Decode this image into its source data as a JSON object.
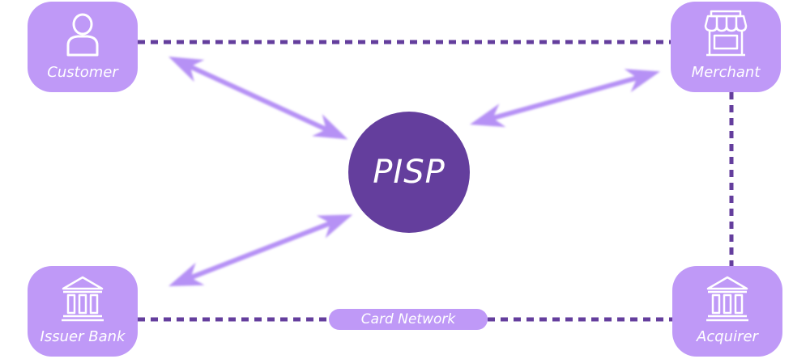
{
  "hub": {
    "label": "PISP"
  },
  "nodes": {
    "customer": {
      "label": "Customer",
      "icon": "person-icon"
    },
    "merchant": {
      "label": "Merchant",
      "icon": "storefront-icon"
    },
    "issuer": {
      "label": "Issuer Bank",
      "icon": "bank-icon"
    },
    "acquirer": {
      "label": "Acquirer",
      "icon": "bank-icon"
    }
  },
  "links": {
    "card_network": "Card Network"
  },
  "colors": {
    "node_fill": "#bf99f7",
    "hub_fill": "#643e9d",
    "dashed_line": "#643e9d",
    "arrow": "#b691f5",
    "text_on_fill": "#ffffff"
  }
}
